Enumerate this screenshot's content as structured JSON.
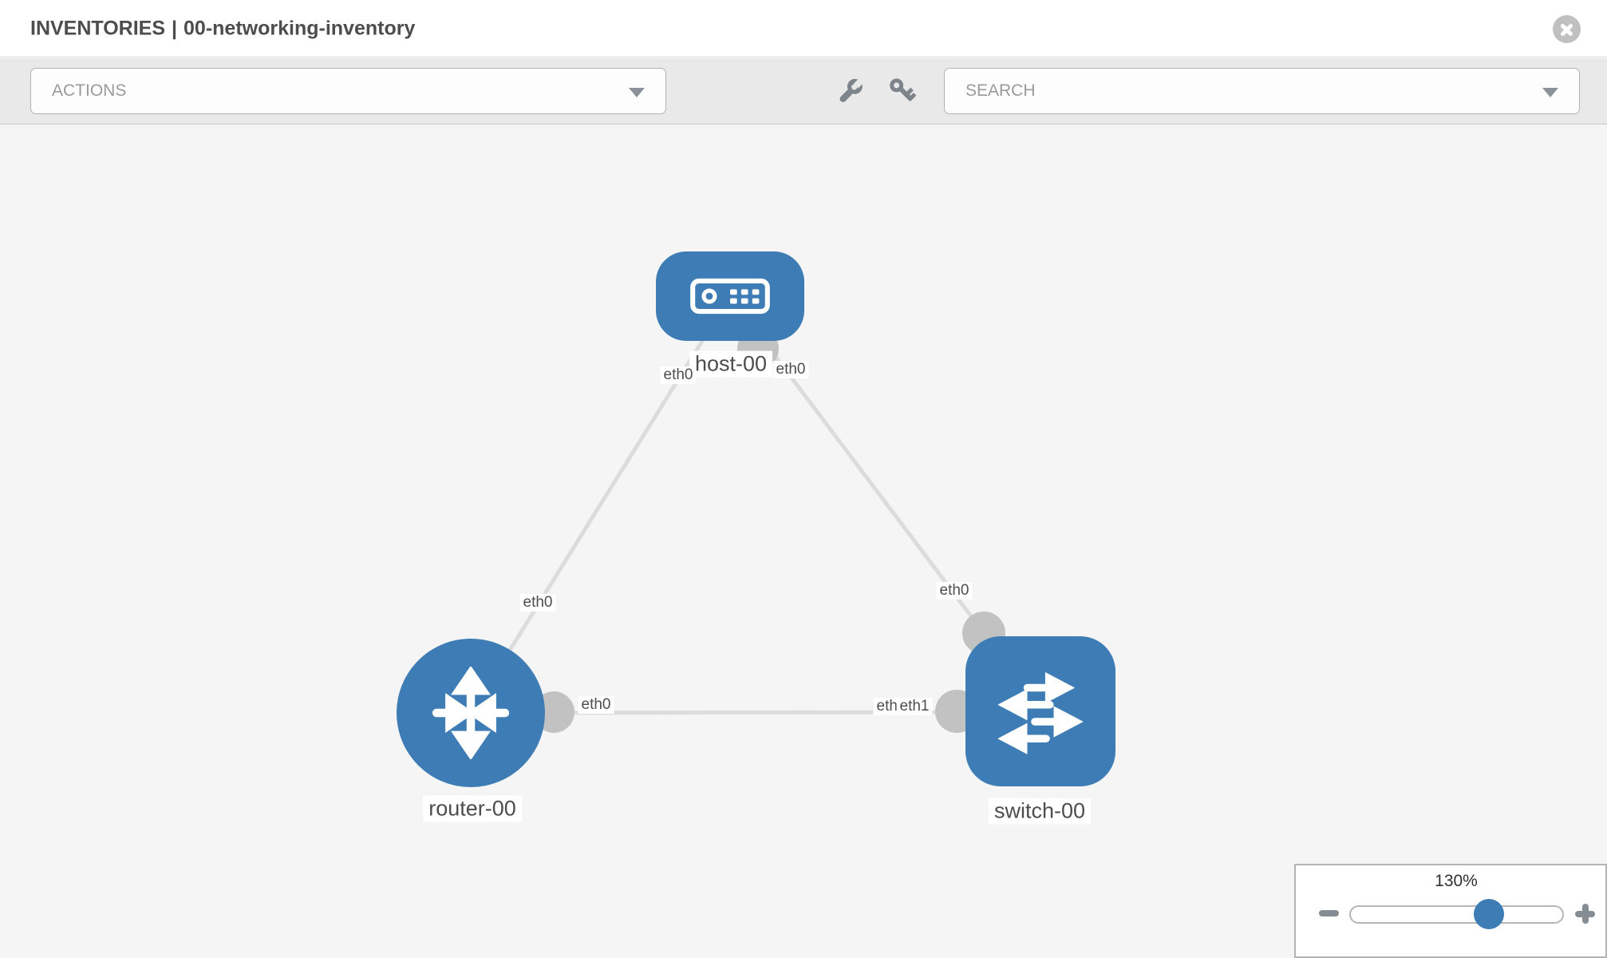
{
  "header": {
    "section_label": "INVENTORIES",
    "separator": "|",
    "inventory_name": "00-networking-inventory",
    "close_icon": "circle-x-icon"
  },
  "toolbar": {
    "actions_dropdown": {
      "value": "ACTIONS"
    },
    "search_dropdown": {
      "value": "SEARCH"
    },
    "icons": [
      "wrench-icon",
      "key-icon"
    ]
  },
  "topology": {
    "nodes": [
      {
        "label": "host-00",
        "type": "host"
      },
      {
        "label": "router-00",
        "type": "router"
      },
      {
        "label": "switch-00",
        "type": "switch"
      }
    ],
    "links": [
      {
        "from": "host-00",
        "to": "router-00",
        "from_interface": "eth0",
        "to_interface": "eth0"
      },
      {
        "from": "host-00",
        "to": "switch-00",
        "from_interface": "eth0",
        "to_interface": "eth0"
      },
      {
        "from": "router-00",
        "to": "switch-00",
        "from_interface": "eth0",
        "to_interface": "eth1"
      }
    ],
    "interface_labels": {
      "host_left": "eth0",
      "host_right": "eth0",
      "router_top": "eth0",
      "router_right": "eth0",
      "switch_top": "eth0",
      "switch_left_under": "eth0",
      "switch_left_over": "eth1"
    }
  },
  "zoom_control": {
    "level": "130%"
  },
  "colors": {
    "node_blue": "#3d7cb5",
    "connector_gray": "#c2c2c2",
    "link_gray": "#dcdcdc",
    "canvas_bg": "#f5f5f5",
    "toolbar_bg": "#e9e9e9",
    "icon_gray": "#7d848c",
    "label_text": "#4d4d4d"
  }
}
